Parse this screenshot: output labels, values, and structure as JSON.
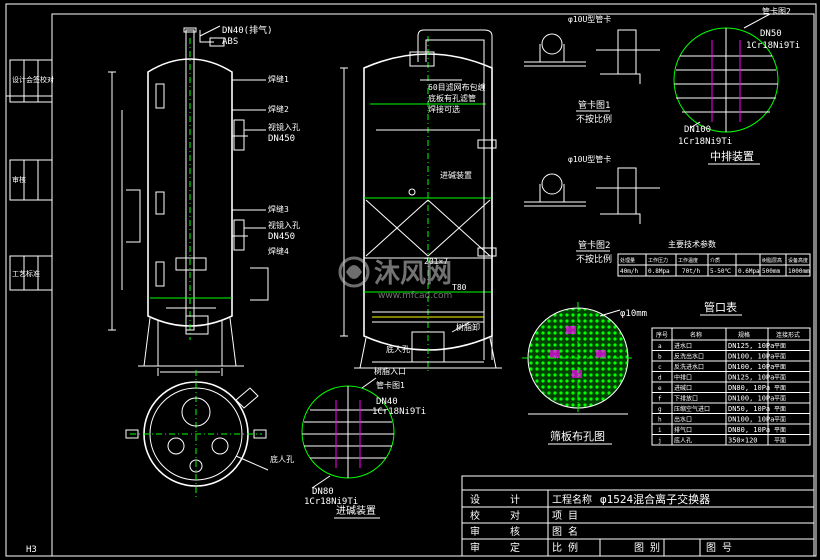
{
  "callouts": {
    "dn40_top": "DN40(排气)",
    "abs": "ABS",
    "weld1": "焊缝1",
    "weld2": "焊缝2",
    "manhole_top": "视镜入孔",
    "dn450_a": "DN450",
    "weld3": "焊缝3",
    "weld4": "焊缝4",
    "manhole_mid": "视镜入孔",
    "dn450_b": "DN450",
    "pipe_note_a": "60目滤网布包缠",
    "pipe_note_b": "底板有孔滤管",
    "pipe_note_c": "焊接可选",
    "distributor_label": "进碱装置",
    "dim_201": "201×7",
    "dim_t80": "T80",
    "resin_inlet": "树脂入口",
    "manhole_bottom": "底人孔",
    "drain_label": "树脂卸",
    "manhole_plan": "底人孔",
    "pipe_clamp_1": "管卡图1",
    "dn40_dist": "DN40",
    "spec_1cr_a": "1Cr18Ni9Ti",
    "dn80": "DN80",
    "spec_1cr_b": "1Cr18Ni9Ti",
    "inlet_device": "进碱装置",
    "clamp_top_label": "φ10U型管卡",
    "clamp_top_scale": "管卡图1",
    "clamp_top_note": "不按比例",
    "clamp_mid_label": "φ10U型管卡",
    "clamp_mid_scale": "管卡图2",
    "clamp_mid_note": "不按比例",
    "mid_dn50": "DN50",
    "mid_spec_a": "1Cr18Ni9Ti",
    "mid_clamp2": "管卡图2",
    "mid_dn100": "DN100",
    "mid_spec_b": "1Cr18Ni9Ti",
    "mid_title": "中排装置",
    "plate_dim": "φ10mm",
    "plate_title": "筛板布孔图",
    "sheet_id": "H3"
  },
  "side_block": {
    "cells": [
      "设计",
      "会签",
      "校对",
      "审核",
      "工艺",
      "标准"
    ]
  },
  "spec_table": {
    "title": "主要技术参数",
    "headers": [
      "处理量",
      "工作压力",
      "工作温度",
      "介质",
      "树脂层高",
      "设备高度"
    ],
    "row": [
      "40m/h",
      "0.8Mpa",
      "70t/h",
      "5-50℃",
      "0.6Mpa",
      "500mm",
      "1000mm"
    ]
  },
  "nozzle_table": {
    "title": "管口表",
    "headers": [
      "序号",
      "名称",
      "规格",
      "连接形式"
    ],
    "rows": [
      [
        "a",
        "进水口",
        "DN125, 10Pa",
        "平面"
      ],
      [
        "b",
        "反洗出水口",
        "DN100, 10Pa",
        "平面"
      ],
      [
        "c",
        "反洗进水口",
        "DN100, 10Pa",
        "平面"
      ],
      [
        "d",
        "中排口",
        "DN125, 10Pa",
        "平面"
      ],
      [
        "e",
        "进碱口",
        "DN80, 10Pa",
        "平面"
      ],
      [
        "f",
        "下排放口",
        "DN100, 10Pa",
        "平面"
      ],
      [
        "g",
        "压缩空气进口",
        "DN50, 10Pa",
        "平面"
      ],
      [
        "h",
        "出水口",
        "DN100, 10Pa",
        "平面"
      ],
      [
        "i",
        "排气口",
        "DN80, 10Pa",
        "平面"
      ],
      [
        "j",
        "底人孔",
        "350×120",
        "平面"
      ]
    ]
  },
  "title_block": {
    "project_label": "工程名称",
    "project_name": "φ1524混合离子交换器",
    "rows": [
      {
        "l1": "设",
        "l2": "计",
        "v": "工程名称"
      },
      {
        "l1": "校",
        "l2": "对",
        "v": "项  目"
      },
      {
        "l1": "审",
        "l2": "核",
        "v": "图  名"
      },
      {
        "l1": "审",
        "l2": "定",
        "v": "比  例"
      }
    ],
    "drawing_label": "图 别",
    "number_label": "图 号"
  },
  "watermark": {
    "brand": "沐风网",
    "url": "www.mfcad.com"
  },
  "colors": {
    "background": "#000000",
    "line": "#ffffff",
    "centerline": "#00ff00",
    "highlight": "#ffff00",
    "cyan": "#00ffff",
    "magenta": "#ff00ff"
  }
}
